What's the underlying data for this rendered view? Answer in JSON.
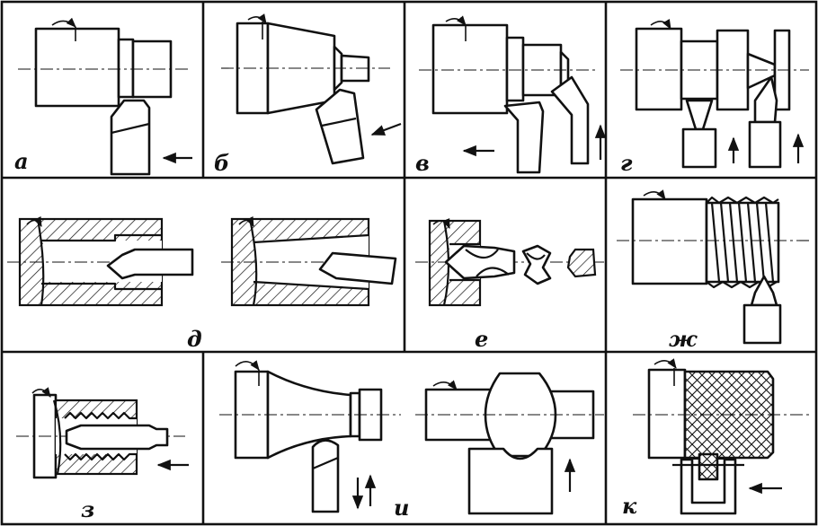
{
  "labels": {
    "a": "а",
    "b": "б",
    "v": "в",
    "g": "г",
    "d": "д",
    "e": "е",
    "zh": "ж",
    "z": "з",
    "i": "и",
    "k": "к"
  }
}
